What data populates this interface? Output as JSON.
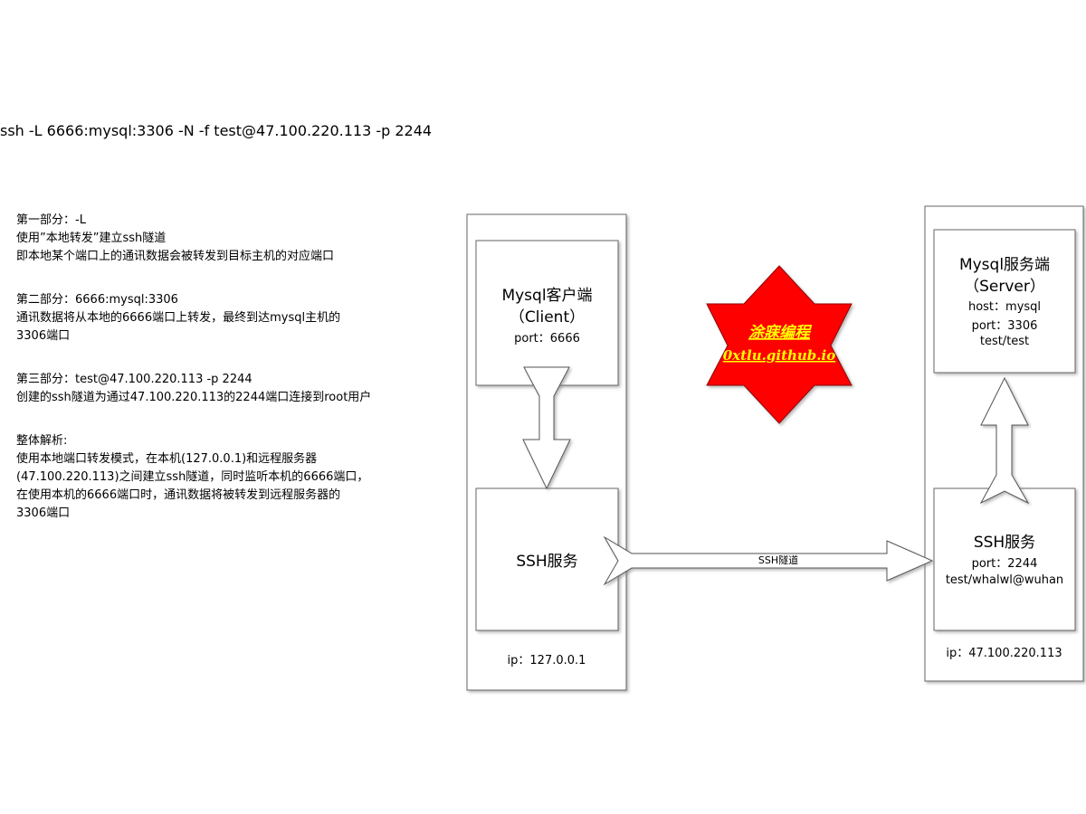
{
  "command": "ssh -L 6666:mysql:3306 -N -f test@47.100.220.113 -p 2244",
  "notes": {
    "part1": [
      "第一部分：-L",
      "使用”本地转发”建立ssh隧道",
      "即本地某个端口上的通讯数据会被转发到目标主机的对应端口"
    ],
    "part2": [
      "第二部分：6666:mysql:3306",
      "通讯数据将从本地的6666端口上转发，最终到达mysql主机的",
      "3306端口"
    ],
    "part3": [
      "第三部分：test@47.100.220.113 -p 2244",
      "创建的ssh隧道为通过47.100.220.113的2244端口连接到root用户"
    ],
    "summary": [
      "整体解析:",
      "使用本地端口转发模式，在本机(127.0.0.1)和远程服务器",
      "(47.100.220.113)之间建立ssh隧道，同时监听本机的6666端口，",
      "在使用本机的6666端口时，通讯数据将被转发到远程服务器的",
      "3306端口"
    ]
  },
  "local": {
    "client_title": "Mysql客户端",
    "client_subtitle": "（Client）",
    "client_port": "port：6666",
    "ssh_label": "SSH服务",
    "ip": "ip：127.0.0.1"
  },
  "remote": {
    "server_title": "Mysql服务端",
    "server_subtitle": "（Server）",
    "server_host": "host：mysql",
    "server_port": "port：3306",
    "server_cred": "test/test",
    "ssh_label": "SSH服务",
    "ssh_port": "port：2244",
    "ssh_cred": "test/whalwl@wuhan",
    "ip": "ip：47.100.220.113"
  },
  "tunnel_label": "SSH隧道",
  "watermark": {
    "line1": "涂寐编程",
    "line2": "0xtlu.github.io",
    "fill": "#ff0000",
    "text_color": "#ffff00"
  }
}
